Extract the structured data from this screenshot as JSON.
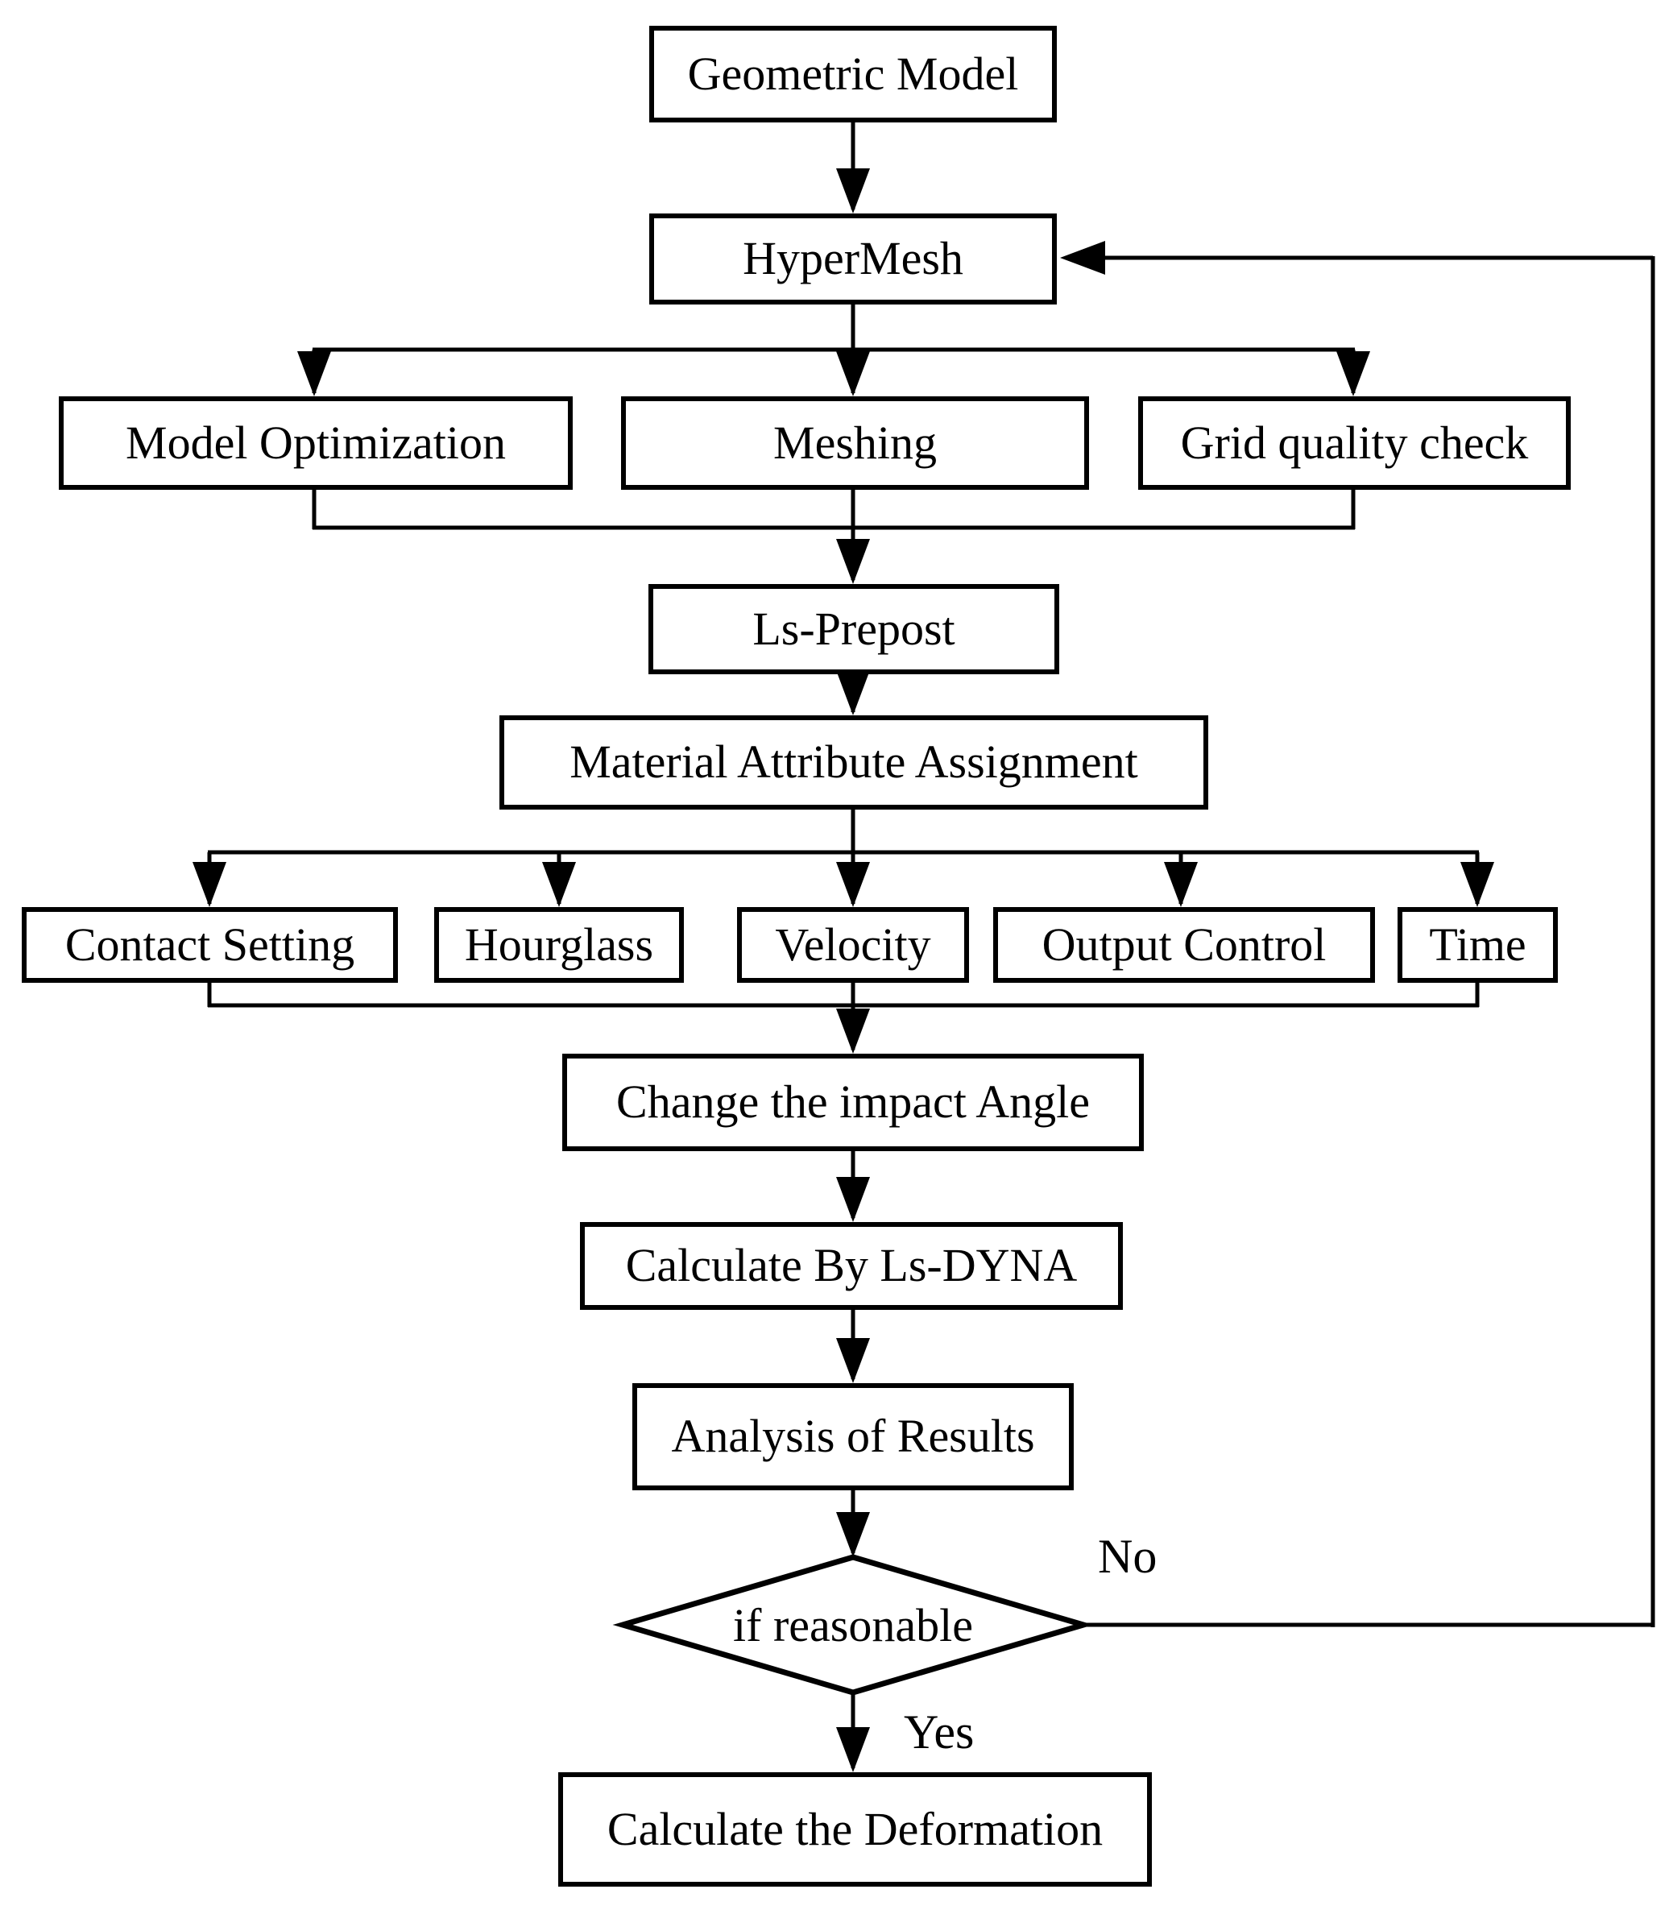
{
  "diagram": {
    "nodes": {
      "geometric_model": {
        "label": "Geometric Model",
        "type": "process"
      },
      "hypermesh": {
        "label": "HyperMesh",
        "type": "process"
      },
      "model_optimization": {
        "label": "Model Optimization",
        "type": "process"
      },
      "meshing": {
        "label": "Meshing",
        "type": "process"
      },
      "grid_quality_check": {
        "label": "Grid quality check",
        "type": "process"
      },
      "ls_prepost": {
        "label": "Ls-Prepost",
        "type": "process"
      },
      "material_attribute_assignment": {
        "label": "Material Attribute Assignment",
        "type": "process"
      },
      "contact_setting": {
        "label": "Contact Setting",
        "type": "process"
      },
      "hourglass": {
        "label": "Hourglass",
        "type": "process"
      },
      "velocity": {
        "label": "Velocity",
        "type": "process"
      },
      "output_control": {
        "label": "Output Control",
        "type": "process"
      },
      "time": {
        "label": "Time",
        "type": "process"
      },
      "change_impact_angle": {
        "label": "Change the impact Angle",
        "type": "process"
      },
      "calculate_by_ls_dyna": {
        "label": "Calculate By Ls-DYNA",
        "type": "process"
      },
      "analysis_of_results": {
        "label": "Analysis of Results",
        "type": "process"
      },
      "if_reasonable": {
        "label": "if reasonable",
        "type": "decision"
      },
      "calculate_deformation": {
        "label": "Calculate the Deformation",
        "type": "process"
      }
    },
    "edge_labels": {
      "no": "No",
      "yes": "Yes"
    },
    "edges": [
      {
        "from": "geometric_model",
        "to": "hypermesh"
      },
      {
        "from": "hypermesh",
        "to": "model_optimization"
      },
      {
        "from": "hypermesh",
        "to": "meshing"
      },
      {
        "from": "hypermesh",
        "to": "grid_quality_check"
      },
      {
        "from": "model_optimization",
        "to": "ls_prepost"
      },
      {
        "from": "meshing",
        "to": "ls_prepost"
      },
      {
        "from": "grid_quality_check",
        "to": "ls_prepost"
      },
      {
        "from": "ls_prepost",
        "to": "material_attribute_assignment"
      },
      {
        "from": "material_attribute_assignment",
        "to": "contact_setting"
      },
      {
        "from": "material_attribute_assignment",
        "to": "hourglass"
      },
      {
        "from": "material_attribute_assignment",
        "to": "velocity"
      },
      {
        "from": "material_attribute_assignment",
        "to": "output_control"
      },
      {
        "from": "material_attribute_assignment",
        "to": "time"
      },
      {
        "from": "contact_setting",
        "to": "change_impact_angle"
      },
      {
        "from": "velocity",
        "to": "change_impact_angle"
      },
      {
        "from": "time",
        "to": "change_impact_angle"
      },
      {
        "from": "change_impact_angle",
        "to": "calculate_by_ls_dyna"
      },
      {
        "from": "calculate_by_ls_dyna",
        "to": "analysis_of_results"
      },
      {
        "from": "analysis_of_results",
        "to": "if_reasonable"
      },
      {
        "from": "if_reasonable",
        "to": "calculate_deformation",
        "label": "Yes"
      },
      {
        "from": "if_reasonable",
        "to": "hypermesh",
        "label": "No"
      }
    ],
    "colors": {
      "stroke": "#000000",
      "background": "#ffffff",
      "text": "#000000"
    }
  }
}
